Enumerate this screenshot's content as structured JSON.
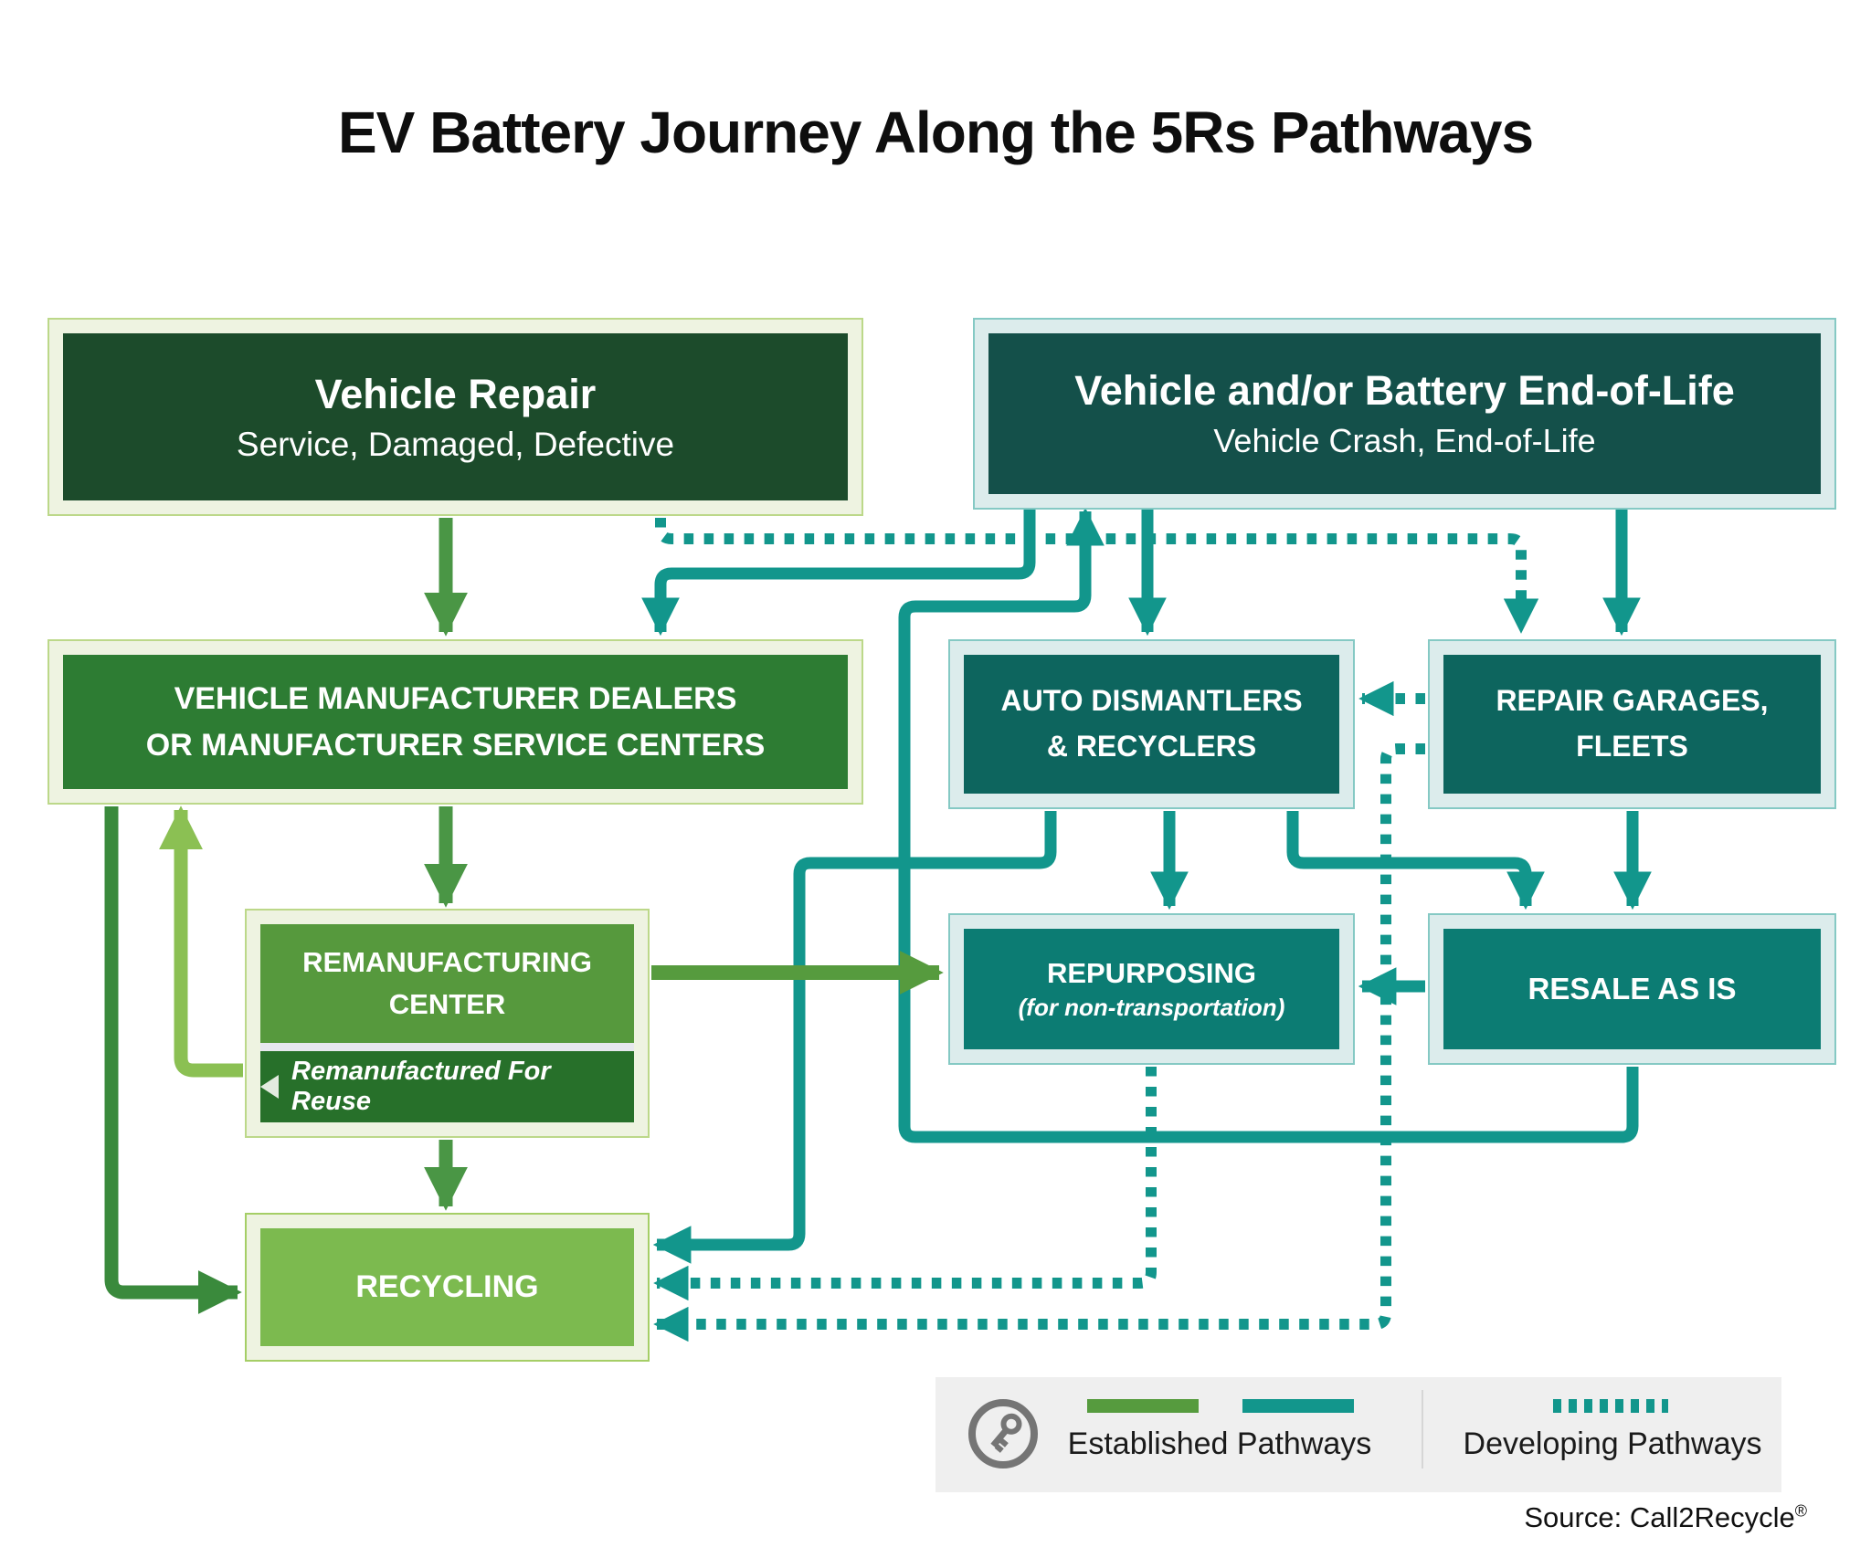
{
  "title": "EV Battery Journey Along the 5Rs Pathways",
  "nodes": {
    "vehicle_repair": {
      "title": "Vehicle Repair",
      "subtitle": "Service, Damaged, Defective"
    },
    "end_of_life": {
      "title": "Vehicle and/or Battery End-of-Life",
      "subtitle": "Vehicle Crash, End-of-Life"
    },
    "dealers": {
      "line1": "VEHICLE MANUFACTURER DEALERS",
      "line2": "OR MANUFACTURER SERVICE CENTERS"
    },
    "dismantlers": {
      "line1": "AUTO DISMANTLERS",
      "line2": "& RECYCLERS"
    },
    "garages": {
      "line1": "REPAIR GARAGES,",
      "line2": "FLEETS"
    },
    "remanufacturing": {
      "line1": "REMANUFACTURING",
      "line2": "CENTER",
      "reuse_label": "Remanufactured For Reuse"
    },
    "repurposing": {
      "title": "REPURPOSING",
      "subtitle": "(for non-transportation)"
    },
    "resale": {
      "title": "RESALE AS IS"
    },
    "recycling": {
      "title": "RECYCLING"
    }
  },
  "edges": [
    {
      "from": "vehicle_repair",
      "to": "dealers",
      "style": "established-green"
    },
    {
      "from": "dealers",
      "to": "remanufacturing",
      "style": "established-green"
    },
    {
      "from": "remanufacturing",
      "to": "recycling",
      "style": "established-green"
    },
    {
      "from": "remanufacturing",
      "to": "repurposing",
      "style": "established-green"
    },
    {
      "from": "dealers",
      "to": "recycling",
      "style": "established-green"
    },
    {
      "from": "remanufacturing",
      "to": "dealers",
      "style": "established-green",
      "note": "remanufactured for reuse"
    },
    {
      "from": "end_of_life",
      "to": "dealers",
      "style": "established-teal"
    },
    {
      "from": "end_of_life",
      "to": "dismantlers",
      "style": "established-teal"
    },
    {
      "from": "end_of_life",
      "to": "garages",
      "style": "established-teal"
    },
    {
      "from": "dismantlers",
      "to": "repurposing",
      "style": "established-teal"
    },
    {
      "from": "dismantlers",
      "to": "resale",
      "style": "established-teal"
    },
    {
      "from": "dismantlers",
      "to": "recycling",
      "style": "established-teal"
    },
    {
      "from": "garages",
      "to": "resale",
      "style": "established-teal"
    },
    {
      "from": "resale",
      "to": "repurposing",
      "style": "established-teal"
    },
    {
      "from": "resale",
      "to": "end_of_life",
      "style": "established-teal"
    },
    {
      "from": "vehicle_repair",
      "to": "garages",
      "style": "developing-dotted"
    },
    {
      "from": "garages",
      "to": "dismantlers",
      "style": "developing-dotted"
    },
    {
      "from": "garages",
      "to": "recycling",
      "style": "developing-dotted"
    },
    {
      "from": "repurposing",
      "to": "recycling",
      "style": "developing-dotted"
    }
  ],
  "legend": {
    "established": "Established Pathways",
    "developing": "Developing Pathways"
  },
  "source": {
    "text": "Source: Call2Recycle",
    "registered": "®"
  },
  "colors": {
    "green_connector": "#4a9645",
    "green_dark_connector": "#3a8a3c",
    "green_light_connector": "#8bc053",
    "green_mid_connector": "#569b3e",
    "teal_connector": "#12968c",
    "box_dark_green": "#1c4b2b",
    "box_green": "#2d7c33",
    "box_reman_green": "#56993d",
    "box_recycling_green": "#7cba4f",
    "box_dark_teal": "#14504a",
    "box_teal": "#0d655e",
    "box_bright_teal": "#0c7c73"
  }
}
